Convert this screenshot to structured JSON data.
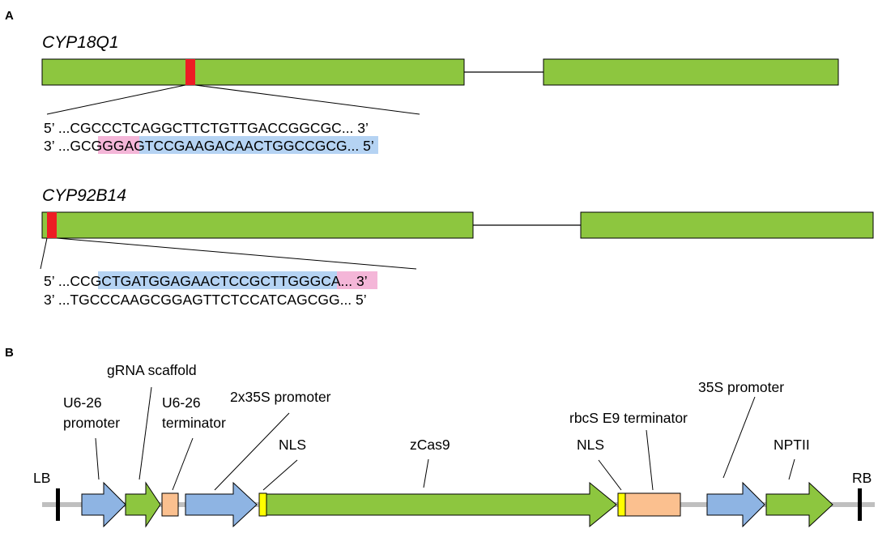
{
  "panel_a": {
    "label": "A",
    "gene1": {
      "name": "CYP18Q1",
      "top_strand": {
        "prefix": "5’ ...",
        "bases": "CGCCCTCAGGCTTCTGTTGACCGGCGC",
        "suffix": "... 3’"
      },
      "bottom_strand": {
        "prefix": "3’ ...",
        "bases": "GCGGGAGTCCGAAGACAACTGGCCGCG",
        "suffix": "... 5’"
      }
    },
    "gene2": {
      "name": "CYP92B14",
      "top_strand": {
        "prefix": "5’ ...",
        "bases": "CCGCTGATGGAGAACTCCGCTTGGGCA",
        "suffix": "... 3’"
      },
      "bottom_strand": {
        "prefix": "3’ ...",
        "bases": "TGCCCAAGCGGAGTTCTCCATCAGCGG",
        "suffix": "... 5’"
      }
    }
  },
  "panel_b": {
    "label": "B",
    "elements": {
      "lb": "LB",
      "u6_promoter_line1": "U6-26",
      "u6_promoter_line2": "promoter",
      "grna_scaffold": "gRNA scaffold",
      "u6_terminator_line1": "U6-26",
      "u6_terminator_line2": "terminator",
      "promoter_2x35s": "2x35S promoter",
      "nls_left": "NLS",
      "zcas9": "zCas9",
      "nls_right": "NLS",
      "rbcs_terminator": "rbcS E9 terminator",
      "promoter_35s": "35S promoter",
      "nptii": "NPTII",
      "rb": "RB"
    }
  },
  "colors": {
    "exon": "#8dc63f",
    "target_site": "#ed1c24",
    "pam_highlight": "#f4b6d8",
    "protospacer_highlight": "#b5d3f3",
    "promoter_blue": "#8eb4e3",
    "terminator_orange": "#fbc08f",
    "nls_yellow": "#ffff00",
    "backbone": "#bfbfbf"
  }
}
